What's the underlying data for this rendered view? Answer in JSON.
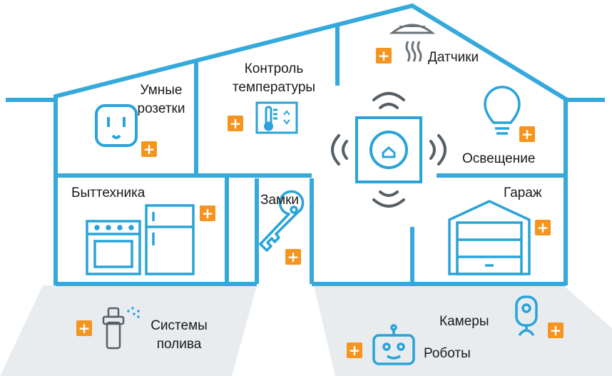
{
  "colors": {
    "house_line": "#35a9db",
    "icon_line": "#29a3d9",
    "hub_waves": "#555f66",
    "ground": "#e8ecef",
    "plus_bg": "#f5951f",
    "plus_fg": "#ffffff",
    "text": "#1a1a1a"
  },
  "plus_symbol": "+",
  "labels": {
    "smart_sockets": [
      "Умные",
      "розетки"
    ],
    "temperature": [
      "Контроль",
      "температуры"
    ],
    "sensors": "Датчики",
    "lighting": "Освещение",
    "appliances": "Быттехника",
    "locks": "Замки",
    "garage": "Гараж",
    "irrigation": [
      "Системы",
      "полива"
    ],
    "cameras": "Камеры",
    "robots": "Роботы"
  },
  "icons": [
    "socket-icon",
    "thermostat-icon",
    "smoke-sensor-icon",
    "bulb-icon",
    "hub-icon",
    "oven-icon",
    "fridge-icon",
    "key-icon",
    "garage-door-icon",
    "sprinkler-icon",
    "camera-icon",
    "robot-icon"
  ]
}
